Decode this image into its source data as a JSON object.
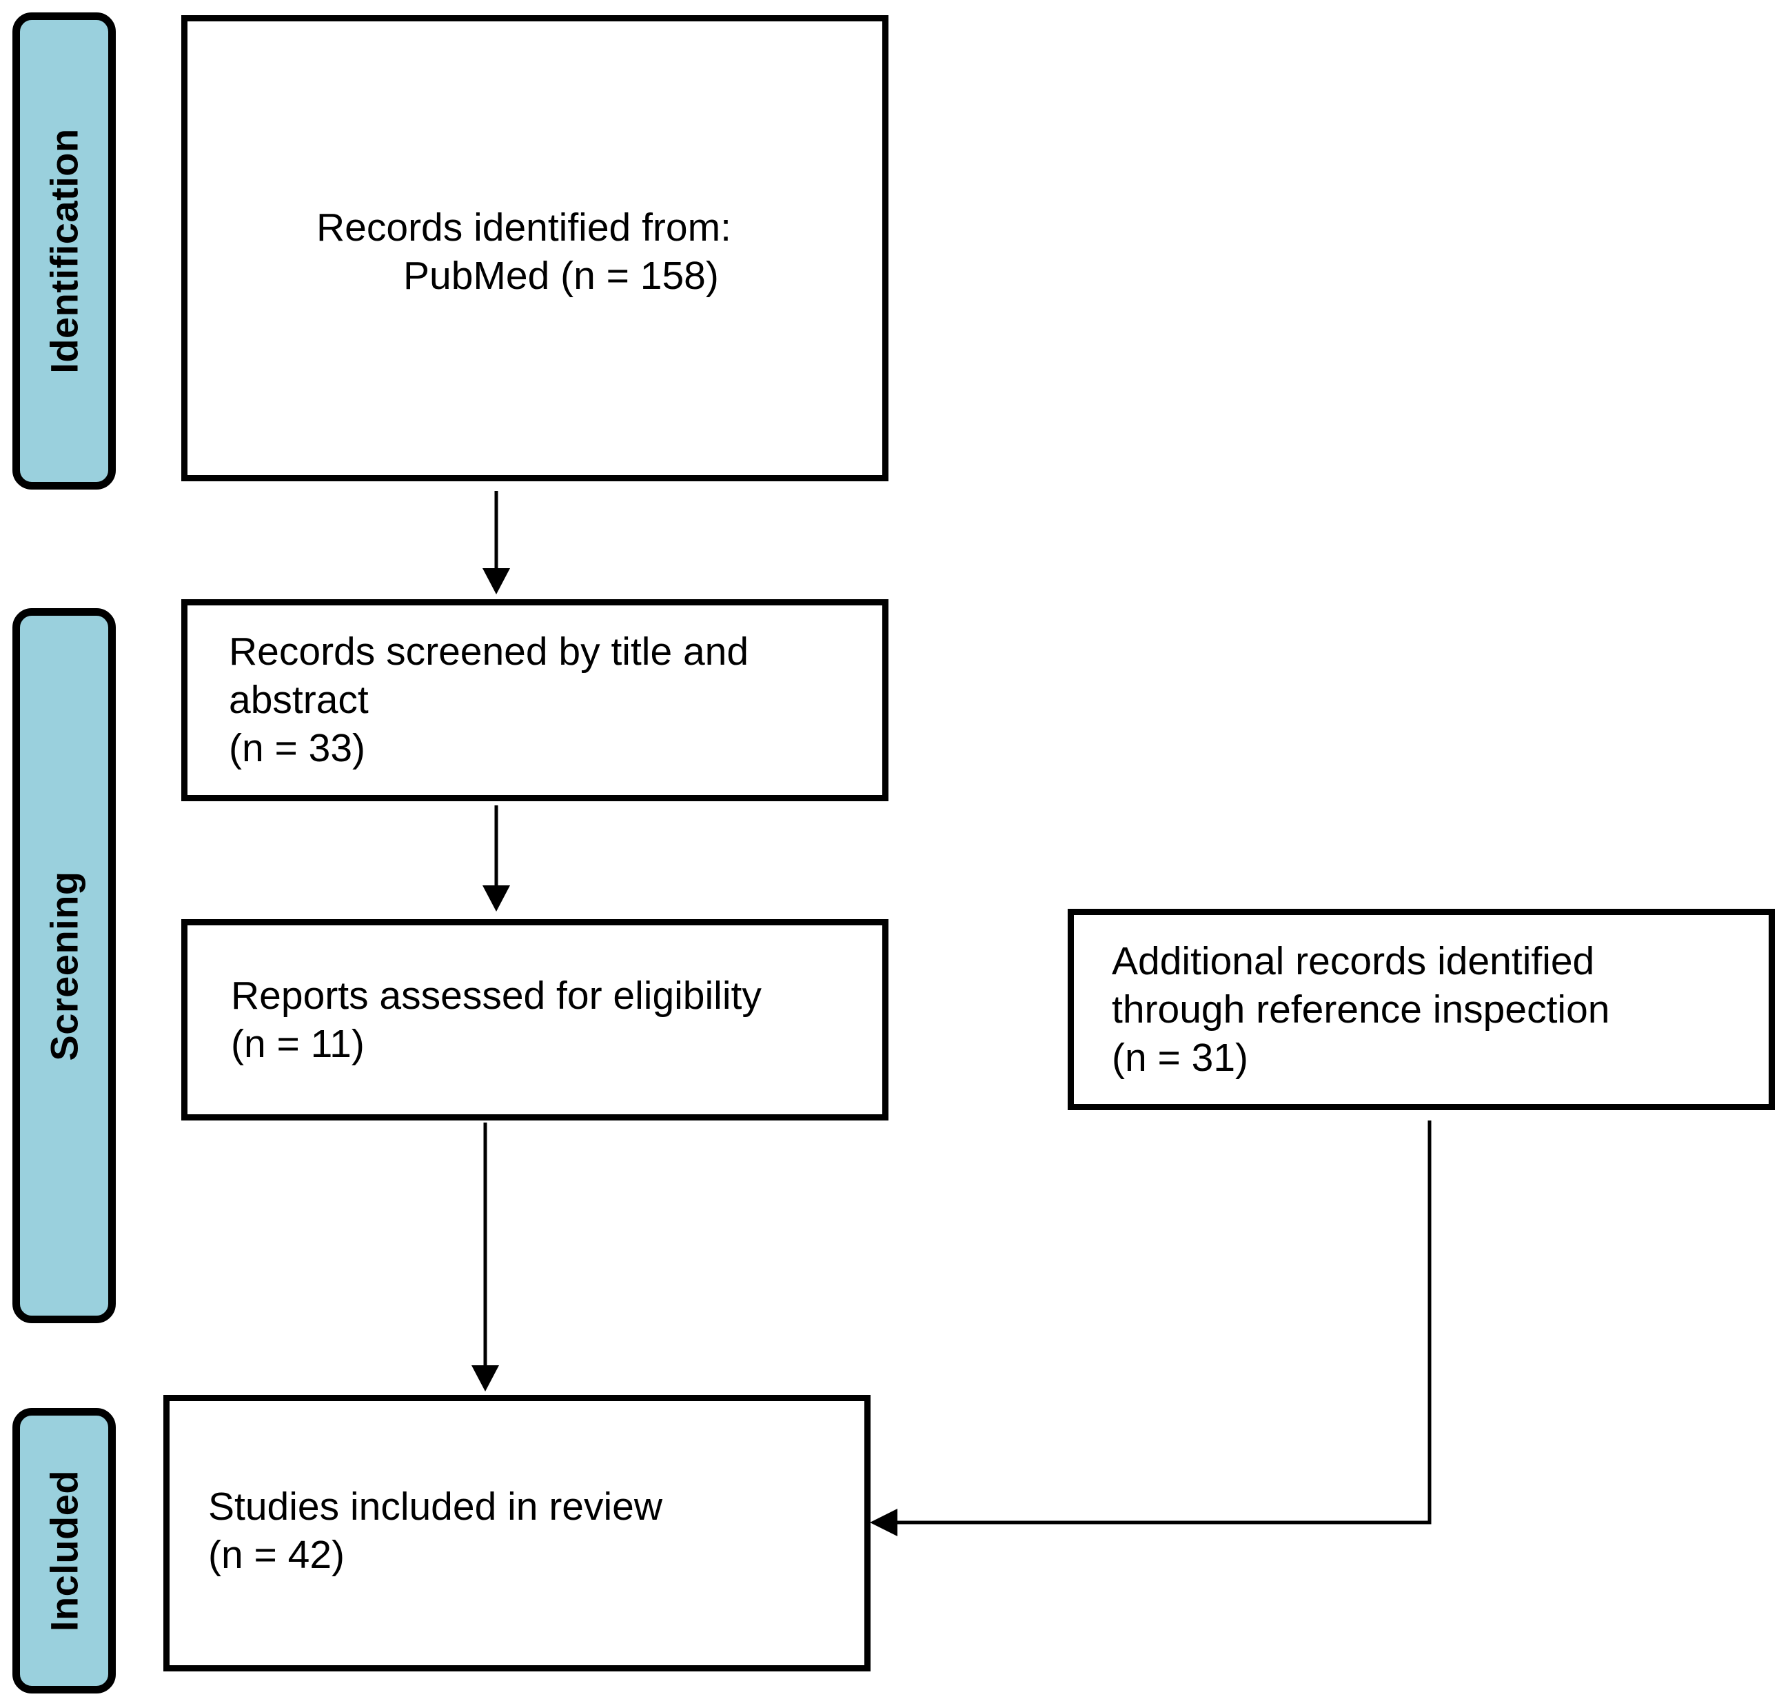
{
  "phases": {
    "identification": "Identification",
    "screening": "Screening",
    "included": "Included"
  },
  "boxes": {
    "identified": {
      "line1": "Records identified from:",
      "line2": "PubMed (n = 158)"
    },
    "screened": {
      "line1": "Records screened by title and",
      "line2": "abstract",
      "line3": "(n = 33)"
    },
    "assessed": {
      "line1": "Reports assessed for eligibility",
      "line2": "(n = 11)"
    },
    "additional": {
      "line1": "Additional records identified",
      "line2": "through reference inspection",
      "line3": "(n = 31)"
    },
    "included": {
      "line1": "Studies included in review",
      "line2": "(n = 42)"
    }
  },
  "colors": {
    "phase_fill": "#9ad0dd",
    "stroke": "#000000",
    "background": "#ffffff"
  }
}
